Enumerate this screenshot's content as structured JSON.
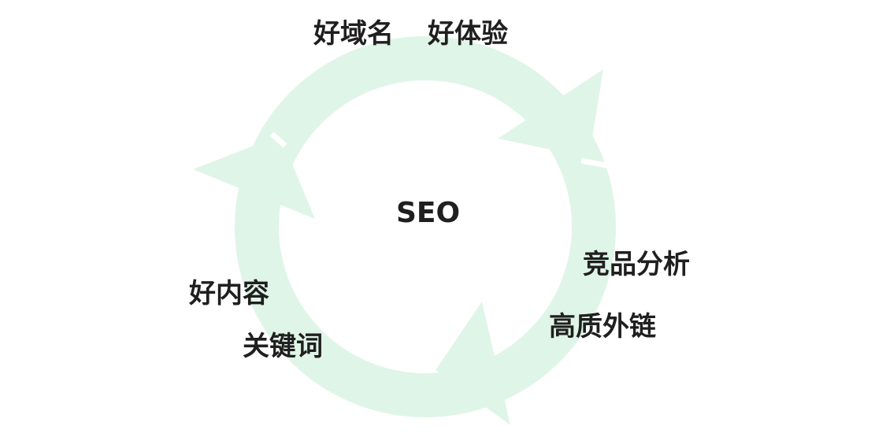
{
  "colors": {
    "ring": "#dff5e8",
    "text": "#1f1f1f"
  },
  "center": "SEO",
  "labels": {
    "domain": "好域名",
    "experience": "好体验",
    "competitor": "竞品分析",
    "backlinks": "高质外链",
    "content": "好内容",
    "keywords": "关键词"
  }
}
